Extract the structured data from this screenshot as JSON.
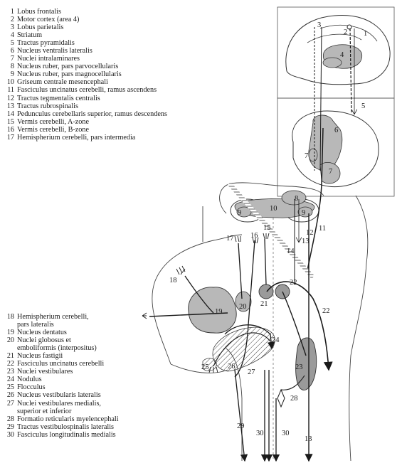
{
  "legend_top": [
    {
      "num": "1",
      "text": "Lobus frontalis"
    },
    {
      "num": "2",
      "text": "Motor cortex (area 4)"
    },
    {
      "num": "3",
      "text": "Lobus parietalis"
    },
    {
      "num": "4",
      "text": "Striatum"
    },
    {
      "num": "5",
      "text": "Tractus pyramidalis"
    },
    {
      "num": "6",
      "text": "Nucleus ventralis lateralis"
    },
    {
      "num": "7",
      "text": "Nuclei intralaminares"
    },
    {
      "num": "8",
      "text": "Nucleus ruber, pars parvocellularis"
    },
    {
      "num": "9",
      "text": "Nucleus ruber, pars magnocellularis"
    },
    {
      "num": "10",
      "text": "Griseum centrale mesencephali"
    },
    {
      "num": "11",
      "text": "Fasciculus uncinatus cerebelli, ramus ascendens"
    },
    {
      "num": "12",
      "text": "Tractus tegmentalis centralis"
    },
    {
      "num": "13",
      "text": "Tractus rubrospinalis"
    },
    {
      "num": "14",
      "text": "Pedunculus cerebellaris superior, ramus descendens"
    },
    {
      "num": "15",
      "text": "Vermis cerebelli, A-zone"
    },
    {
      "num": "16",
      "text": "Vermis cerebelli, B-zone"
    },
    {
      "num": "17",
      "text": "Hemispherium cerebelli, pars intermedia"
    }
  ],
  "legend_bottom": [
    {
      "num": "18",
      "text": "Hemispherium cerebelli,"
    },
    {
      "num": "",
      "text": "pars lateralis"
    },
    {
      "num": "19",
      "text": "Nucleus dentatus"
    },
    {
      "num": "20",
      "text": "Nuclei globosus et"
    },
    {
      "num": "",
      "text": "emboliformis (interpositus)"
    },
    {
      "num": "21",
      "text": "Nucleus fastigii"
    },
    {
      "num": "22",
      "text": "Fasciculus uncinatus cerebelli"
    },
    {
      "num": "23",
      "text": "Nuclei vestibulares"
    },
    {
      "num": "24",
      "text": "Nodulus"
    },
    {
      "num": "25",
      "text": "Flocculus"
    },
    {
      "num": "26",
      "text": "Nucleus vestibularis lateralis"
    },
    {
      "num": "27",
      "text": "Nuclei vestibulares medialis,"
    },
    {
      "num": "",
      "text": "superior et inferior"
    },
    {
      "num": "28",
      "text": "Formatio reticularis myelencephali"
    },
    {
      "num": "29",
      "text": "Tractus vestibulospinalis lateralis"
    },
    {
      "num": "30",
      "text": "Fasciculus longitudinalis medialis"
    }
  ],
  "diagram_labels": {
    "l1": "1",
    "l2": "2",
    "l3": "3",
    "l4": "4",
    "l5": "5",
    "l6": "6",
    "l7a": "7",
    "l7b": "7",
    "l8": "8",
    "l9a": "9",
    "l9b": "9",
    "l10": "10",
    "l11": "11",
    "l12": "12",
    "l13a": "13",
    "l13b": "13",
    "l14": "14",
    "l15": "15",
    "l16": "16",
    "l17": "17",
    "l18": "18",
    "l19": "19",
    "l20": "20",
    "l21": "21",
    "l22a": "22",
    "l22b": "22",
    "l23": "23",
    "l24": "24",
    "l25": "25",
    "l26": "26",
    "l27": "27",
    "l28": "28",
    "l29": "29",
    "l30a": "30",
    "l30b": "30"
  },
  "colors": {
    "nucleus_fill": "#b8b8b8",
    "line": "#1a1a1a",
    "outline": "#555555"
  }
}
